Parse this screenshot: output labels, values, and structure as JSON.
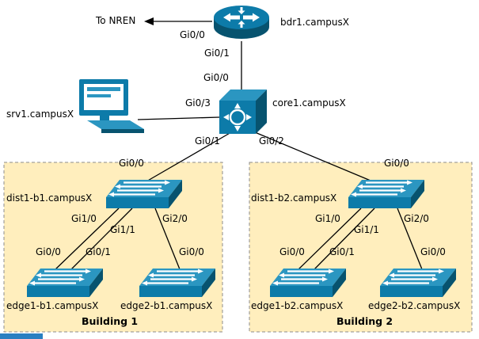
{
  "diagram": {
    "external_label": "To NREN",
    "devices": {
      "bdr1": "bdr1.campusX",
      "core1": "core1.campusX",
      "srv1": "srv1.campusX",
      "dist1b1": "dist1-b1.campusX",
      "edge1b1": "edge1-b1.campusX",
      "edge2b1": "edge2-b1.campusX",
      "dist1b2": "dist1-b2.campusX",
      "edge1b2": "edge1-b2.campusX",
      "edge2b2": "edge2-b2.campusX"
    },
    "buildings": {
      "b1": "Building 1",
      "b2": "Building 2"
    },
    "ifaces": {
      "bdr1_nren": "Gi0/0",
      "bdr1_core": "Gi0/1",
      "core_bdr": "Gi0/0",
      "core_srv": "Gi0/3",
      "core_d1": "Gi0/1",
      "core_d2": "Gi0/2",
      "d1b1_core": "Gi0/0",
      "d1b1_e1a": "Gi1/0",
      "d1b1_e1b": "Gi1/1",
      "d1b1_e2": "Gi2/0",
      "e1b1_a": "Gi0/0",
      "e1b1_b": "Gi0/1",
      "e2b1": "Gi0/0",
      "d1b2_core": "Gi0/0",
      "d1b2_e1a": "Gi1/0",
      "d1b2_e1b": "Gi1/1",
      "d1b2_e2": "Gi2/0",
      "e1b2_a": "Gi0/0",
      "e1b2_b": "Gi0/1",
      "e2b2": "Gi0/0"
    },
    "links": [
      {
        "from": "bdr1.campusX:Gi0/0",
        "to": "NREN"
      },
      {
        "from": "bdr1.campusX:Gi0/1",
        "to": "core1.campusX:Gi0/0"
      },
      {
        "from": "core1.campusX:Gi0/3",
        "to": "srv1.campusX"
      },
      {
        "from": "core1.campusX:Gi0/1",
        "to": "dist1-b1.campusX:Gi0/0"
      },
      {
        "from": "core1.campusX:Gi0/2",
        "to": "dist1-b2.campusX:Gi0/0"
      },
      {
        "from": "dist1-b1.campusX:Gi1/0",
        "to": "edge1-b1.campusX:Gi0/0"
      },
      {
        "from": "dist1-b1.campusX:Gi1/1",
        "to": "edge1-b1.campusX:Gi0/1"
      },
      {
        "from": "dist1-b1.campusX:Gi2/0",
        "to": "edge2-b1.campusX:Gi0/0"
      },
      {
        "from": "dist1-b2.campusX:Gi1/0",
        "to": "edge1-b2.campusX:Gi0/0"
      },
      {
        "from": "dist1-b2.campusX:Gi1/1",
        "to": "edge1-b2.campusX:Gi0/1"
      },
      {
        "from": "dist1-b2.campusX:Gi2/0",
        "to": "edge2-b2.campusX:Gi0/0"
      }
    ],
    "icons": {
      "bdr1": "cisco-router-icon",
      "core1": "cisco-layer3-switch-icon",
      "srv1": "workstation-icon",
      "dist_edge": "cisco-layer2-switch-icon",
      "nren_link": "left-arrow-icon"
    },
    "colors": {
      "device_top": "#2b96c1",
      "device_front": "#0d7ba9",
      "device_side": "#07536f",
      "building_fill": "#ffeebd",
      "building_border": "#8c8c8c",
      "link_color": "#000000",
      "bottom_strip": "#2a7fc1"
    }
  }
}
